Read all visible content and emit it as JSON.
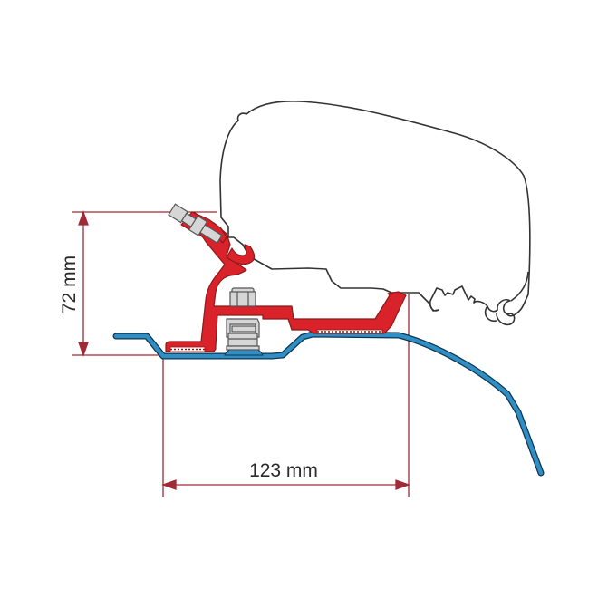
{
  "diagram": {
    "type": "technical-drawing",
    "subject": "awning mounting bracket adapter on vehicle roof profile",
    "dimensions": {
      "height": {
        "label": "72 mm",
        "value": 72,
        "unit": "mm"
      },
      "width": {
        "label": "123 mm",
        "value": 123,
        "unit": "mm"
      }
    },
    "colors": {
      "bracket": "#d9222a",
      "bracket_outline": "#8c1a1a",
      "roof_profile": "#2f8fc4",
      "roof_outline": "#0f3550",
      "dimension_line": "#a02a35",
      "awning_outline": "#333333",
      "bolt_fill": "#d6d6d6",
      "bolt_outline": "#555555"
    },
    "components": [
      {
        "name": "awning-case",
        "description": "outlined awning housing"
      },
      {
        "name": "adapter-bracket",
        "description": "red aluminum adapter profile"
      },
      {
        "name": "clamp-bolt",
        "description": "angled bolt at top left of bracket"
      },
      {
        "name": "roof-bolt",
        "description": "vertical bolt with nut and clamp"
      },
      {
        "name": "vehicle-roof",
        "description": "blue roof edge profile"
      }
    ]
  }
}
